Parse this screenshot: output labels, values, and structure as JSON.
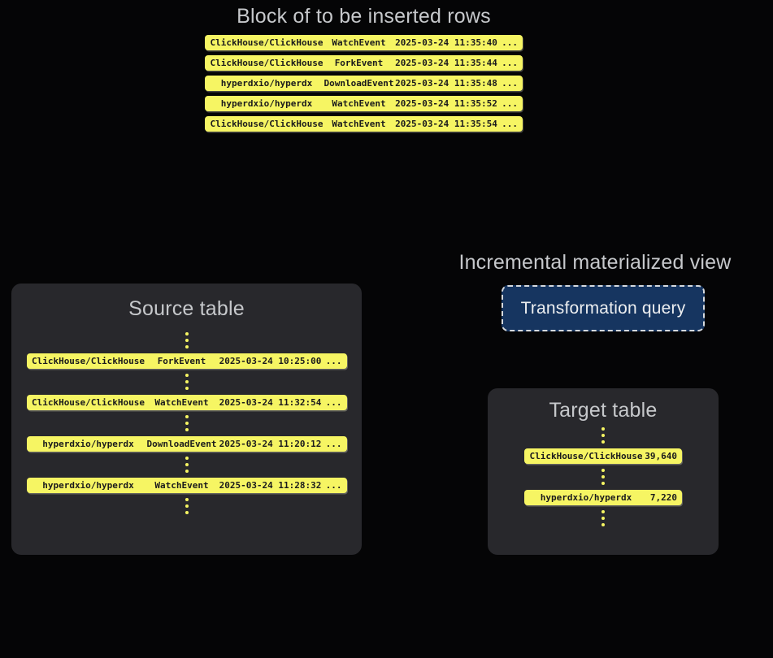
{
  "colors": {
    "background": "#050506",
    "row_yellow": "#F6F563",
    "row_text": "#1A1A1C",
    "panel_gray": "#28282C",
    "title_gray": "#C6C8CB",
    "button_navy": "#163560",
    "button_border": "#D6DADF",
    "button_text": "#ECEEF0",
    "dot_yellow": "#F6F563"
  },
  "insert_block": {
    "title": "Block of to be inserted rows",
    "rows": [
      {
        "repo": "ClickHouse/ClickHouse",
        "event": "WatchEvent",
        "time": "2025-03-24 11:35:40",
        "more": "..."
      },
      {
        "repo": "ClickHouse/ClickHouse",
        "event": "ForkEvent",
        "time": "2025-03-24 11:35:44",
        "more": "..."
      },
      {
        "repo": "hyperdxio/hyperdx",
        "event": "DownloadEvent",
        "time": "2025-03-24 11:35:48",
        "more": "..."
      },
      {
        "repo": "hyperdxio/hyperdx",
        "event": "WatchEvent",
        "time": "2025-03-24 11:35:52",
        "more": "..."
      },
      {
        "repo": "ClickHouse/ClickHouse",
        "event": "WatchEvent",
        "time": "2025-03-24 11:35:54",
        "more": "..."
      }
    ]
  },
  "source_table": {
    "title": "Source table",
    "rows": [
      {
        "repo": "ClickHouse/ClickHouse",
        "event": "ForkEvent",
        "time": "2025-03-24 10:25:00",
        "more": "..."
      },
      {
        "repo": "ClickHouse/ClickHouse",
        "event": "WatchEvent",
        "time": "2025-03-24 11:32:54",
        "more": "..."
      },
      {
        "repo": "hyperdxio/hyperdx",
        "event": "DownloadEvent",
        "time": "2025-03-24 11:20:12",
        "more": "..."
      },
      {
        "repo": "hyperdxio/hyperdx",
        "event": "WatchEvent",
        "time": "2025-03-24 11:28:32",
        "more": "..."
      }
    ]
  },
  "materialized_view": {
    "title": "Incremental materialized view",
    "button_label": "Transformation query"
  },
  "target_table": {
    "title": "Target table",
    "rows": [
      {
        "repo": "ClickHouse/ClickHouse",
        "count": "39,640"
      },
      {
        "repo": "hyperdxio/hyperdx",
        "count": "7,220"
      }
    ]
  }
}
